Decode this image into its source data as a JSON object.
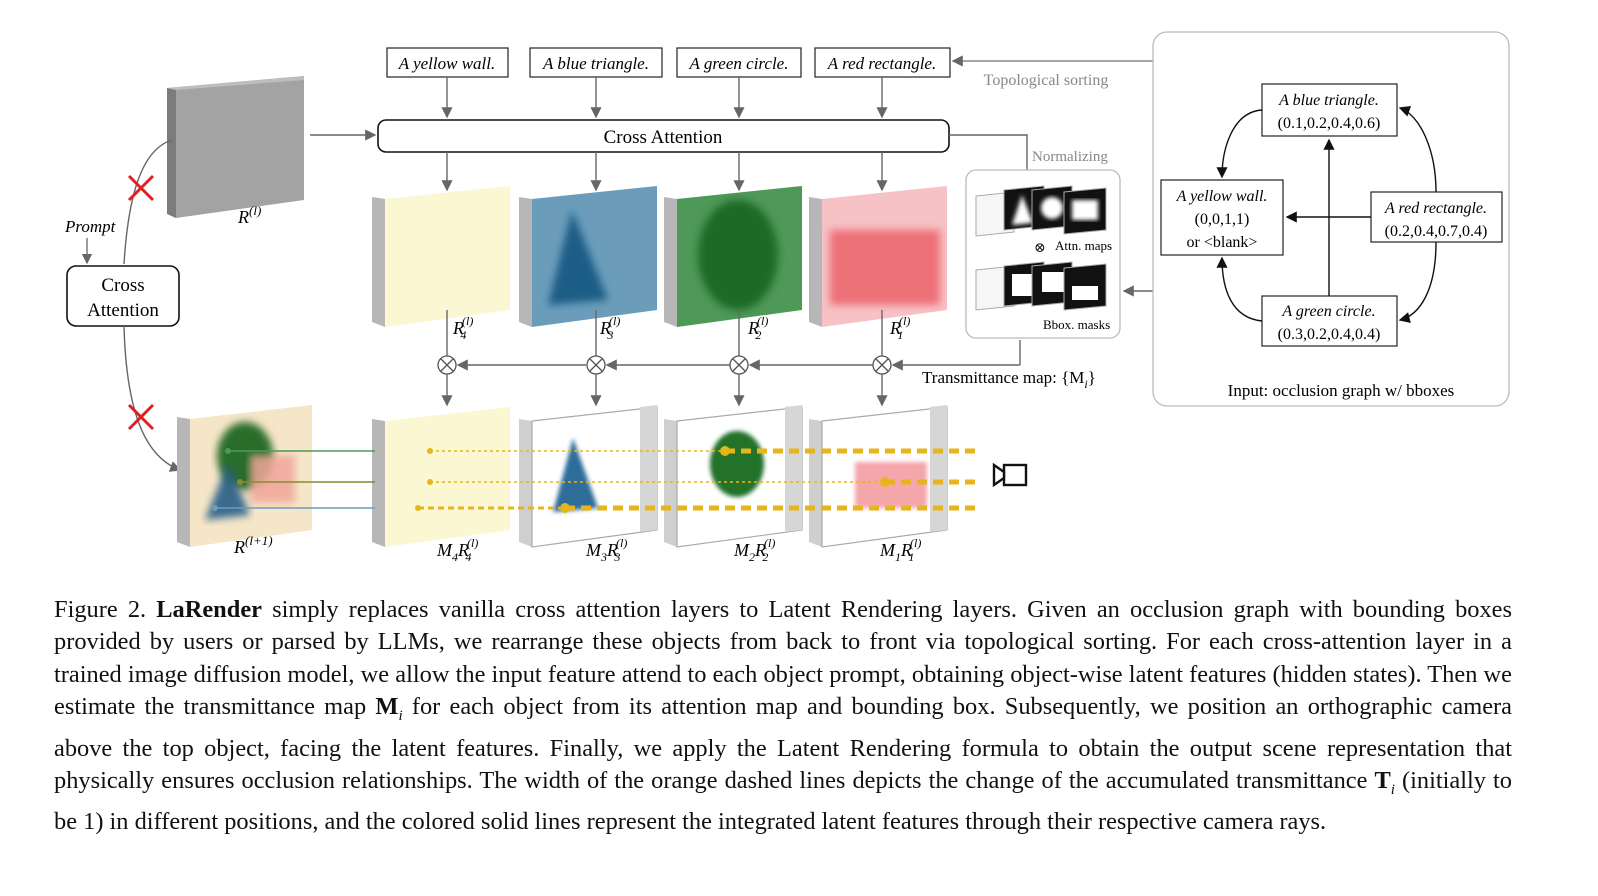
{
  "prompts": [
    "A yellow wall.",
    "A blue triangle.",
    "A green circle.",
    "A red rectangle."
  ],
  "topo_label": "Topological sorting",
  "normalizing_label": "Normalizing",
  "cross_attention_main": "Cross Attention",
  "cross_attention_left": [
    "Cross",
    "Attention"
  ],
  "prompt_label": "Prompt",
  "attn_maps_label": "Attn. maps",
  "bbox_masks_label": "Bbox. masks",
  "transmittance_label": "Transmittance map: {M",
  "transmittance_sub": "i",
  "transmittance_close": "}",
  "graph": {
    "blue": {
      "name": "A blue triangle.",
      "bbox": "(0.1,0.2,0.4,0.6)"
    },
    "yellow": {
      "name": "A yellow wall.",
      "bbox": "(0,0,1,1)",
      "alt": "or <blank>"
    },
    "red": {
      "name": "A red rectangle.",
      "bbox": "(0.2,0.4,0.7,0.4)"
    },
    "green": {
      "name": "A green circle.",
      "bbox": "(0.3,0.2,0.4,0.4)"
    },
    "caption": "Input: occlusion graph w/ bboxes"
  },
  "feature_labels": {
    "R": "R",
    "sup_l": "(l)",
    "sup_l1": "(l+1)",
    "M": "M",
    "subs": [
      "4",
      "3",
      "2",
      "1"
    ]
  },
  "caption": {
    "figure_no": "Figure 2.",
    "name": "LaRender",
    "part1": " simply replaces vanilla cross attention layers to Latent Rendering layers. Given an occlusion graph with bounding boxes provided by users or parsed by LLMs, we rearrange these objects from back to front via topological sorting. For each cross-attention layer in a trained image diffusion model, we allow the input feature attend to each object prompt, obtaining object-wise latent features (hidden states). Then we estimate the transmittance map ",
    "m_sym": "M",
    "m_sub": "i",
    "part2": " for each object from its attention map and bounding box. Subsequently, we position an orthographic camera above the top object, facing the latent features. Finally, we apply the Latent Rendering formula to obtain the output scene representation that physically ensures occlusion relationships. The width of the orange dashed lines depicts the change of the accumulated transmittance ",
    "t_sym": "T",
    "t_sub": "i",
    "part3": " (initially to be 1) in different positions, and the colored solid lines represent the integrated latent features through their respective camera rays."
  },
  "colors": {
    "yellow_panel": "#faf7d2",
    "blue_panel": "#5f96b4",
    "green_panel": "#3f8a4a",
    "red_panel": "#f4b3b6",
    "orange_dash": "#e5b51b",
    "cross_red": "#e02020",
    "gray_block": "#9d9d9d"
  }
}
